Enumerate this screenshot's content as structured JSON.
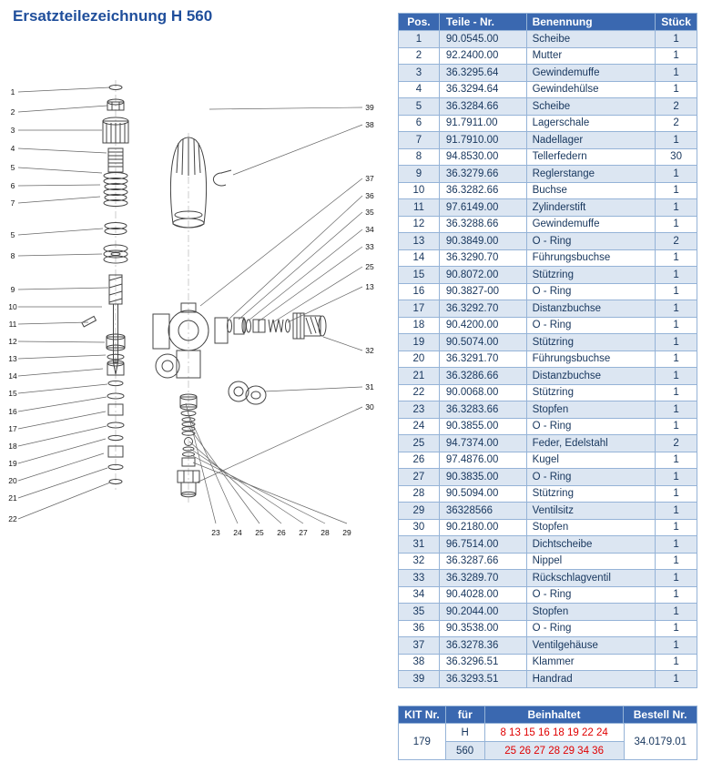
{
  "title": "Ersatzteilezeichnung H 560",
  "colors": {
    "header_bg": "#3a68b0",
    "header_text": "#ffffff",
    "row_alt": "#dce6f2",
    "border": "#95b3d7",
    "title": "#1f4e9b",
    "text": "#17365d",
    "red": "#e00000",
    "line": "#444444"
  },
  "parts_table": {
    "headers": {
      "pos": "Pos.",
      "part_no": "Teile - Nr.",
      "name": "Benennung",
      "qty": "Stück"
    },
    "rows": [
      [
        "1",
        "90.0545.00",
        "Scheibe",
        "1"
      ],
      [
        "2",
        "92.2400.00",
        "Mutter",
        "1"
      ],
      [
        "3",
        "36.3295.64",
        "Gewindemuffe",
        "1"
      ],
      [
        "4",
        "36.3294.64",
        "Gewindehülse",
        "1"
      ],
      [
        "5",
        "36.3284.66",
        "Scheibe",
        "2"
      ],
      [
        "6",
        "91.7911.00",
        "Lagerschale",
        "2"
      ],
      [
        "7",
        "91.7910.00",
        "Nadellager",
        "1"
      ],
      [
        "8",
        "94.8530.00",
        "Tellerfedern",
        "30"
      ],
      [
        "9",
        "36.3279.66",
        "Reglerstange",
        "1"
      ],
      [
        "10",
        "36.3282.66",
        "Buchse",
        "1"
      ],
      [
        "11",
        "97.6149.00",
        "Zylinderstift",
        "1"
      ],
      [
        "12",
        "36.3288.66",
        "Gewindemuffe",
        "1"
      ],
      [
        "13",
        "90.3849.00",
        "O - Ring",
        "2"
      ],
      [
        "14",
        "36.3290.70",
        "Führungsbuchse",
        "1"
      ],
      [
        "15",
        "90.8072.00",
        "Stützring",
        "1"
      ],
      [
        "16",
        "90.3827-00",
        "O - Ring",
        "1"
      ],
      [
        "17",
        "36.3292.70",
        "Distanzbuchse",
        "1"
      ],
      [
        "18",
        "90.4200.00",
        "O - Ring",
        "1"
      ],
      [
        "19",
        "90.5074.00",
        "Stützring",
        "1"
      ],
      [
        "20",
        "36.3291.70",
        "Führungsbuchse",
        "1"
      ],
      [
        "21",
        "36.3286.66",
        "Distanzbuchse",
        "1"
      ],
      [
        "22",
        "90.0068.00",
        "Stützring",
        "1"
      ],
      [
        "23",
        "36.3283.66",
        "Stopfen",
        "1"
      ],
      [
        "24",
        "90.3855.00",
        "O - Ring",
        "1"
      ],
      [
        "25",
        "94.7374.00",
        "Feder, Edelstahl",
        "2"
      ],
      [
        "26",
        "97.4876.00",
        "Kugel",
        "1"
      ],
      [
        "27",
        "90.3835.00",
        "O - Ring",
        "1"
      ],
      [
        "28",
        "90.5094.00",
        "Stützring",
        "1"
      ],
      [
        "29",
        "36328566",
        "Ventilsitz",
        "1"
      ],
      [
        "30",
        "90.2180.00",
        "Stopfen",
        "1"
      ],
      [
        "31",
        "96.7514.00",
        "Dichtscheibe",
        "1"
      ],
      [
        "32",
        "36.3287.66",
        "Nippel",
        "1"
      ],
      [
        "33",
        "36.3289.70",
        "Rückschlagventil",
        "1"
      ],
      [
        "34",
        "90.4028.00",
        "O - Ring",
        "1"
      ],
      [
        "35",
        "90.2044.00",
        "Stopfen",
        "1"
      ],
      [
        "36",
        "90.3538.00",
        "O - Ring",
        "1"
      ],
      [
        "37",
        "36.3278.36",
        "Ventilgehäuse",
        "1"
      ],
      [
        "38",
        "36.3296.51",
        "Klammer",
        "1"
      ],
      [
        "39",
        "36.3293.51",
        "Handrad",
        "1"
      ]
    ]
  },
  "kit_table": {
    "headers": {
      "kit": "KIT Nr.",
      "fuer": "für",
      "contains": "Beinhaltet",
      "order": "Bestell Nr."
    },
    "kit_nr": "179",
    "fuer": [
      "H",
      "560"
    ],
    "contains": [
      "8 13 15 16 18 19 22 24",
      "25 26 27 28 29 34 36"
    ],
    "order_nr": "34.0179.01"
  },
  "diagram": {
    "left_callouts": [
      "1",
      "2",
      "3",
      "4",
      "5",
      "6",
      "7",
      "5",
      "8",
      "9",
      "10",
      "11",
      "12",
      "13",
      "14",
      "15",
      "16",
      "17",
      "18",
      "19",
      "20",
      "21",
      "22"
    ],
    "right_callouts": [
      "39",
      "38",
      "37",
      "36",
      "35",
      "34",
      "33",
      "25",
      "13",
      "32",
      "31",
      "30"
    ],
    "bottom_callouts": [
      "23",
      "24",
      "25",
      "26",
      "27",
      "28",
      "29"
    ]
  }
}
